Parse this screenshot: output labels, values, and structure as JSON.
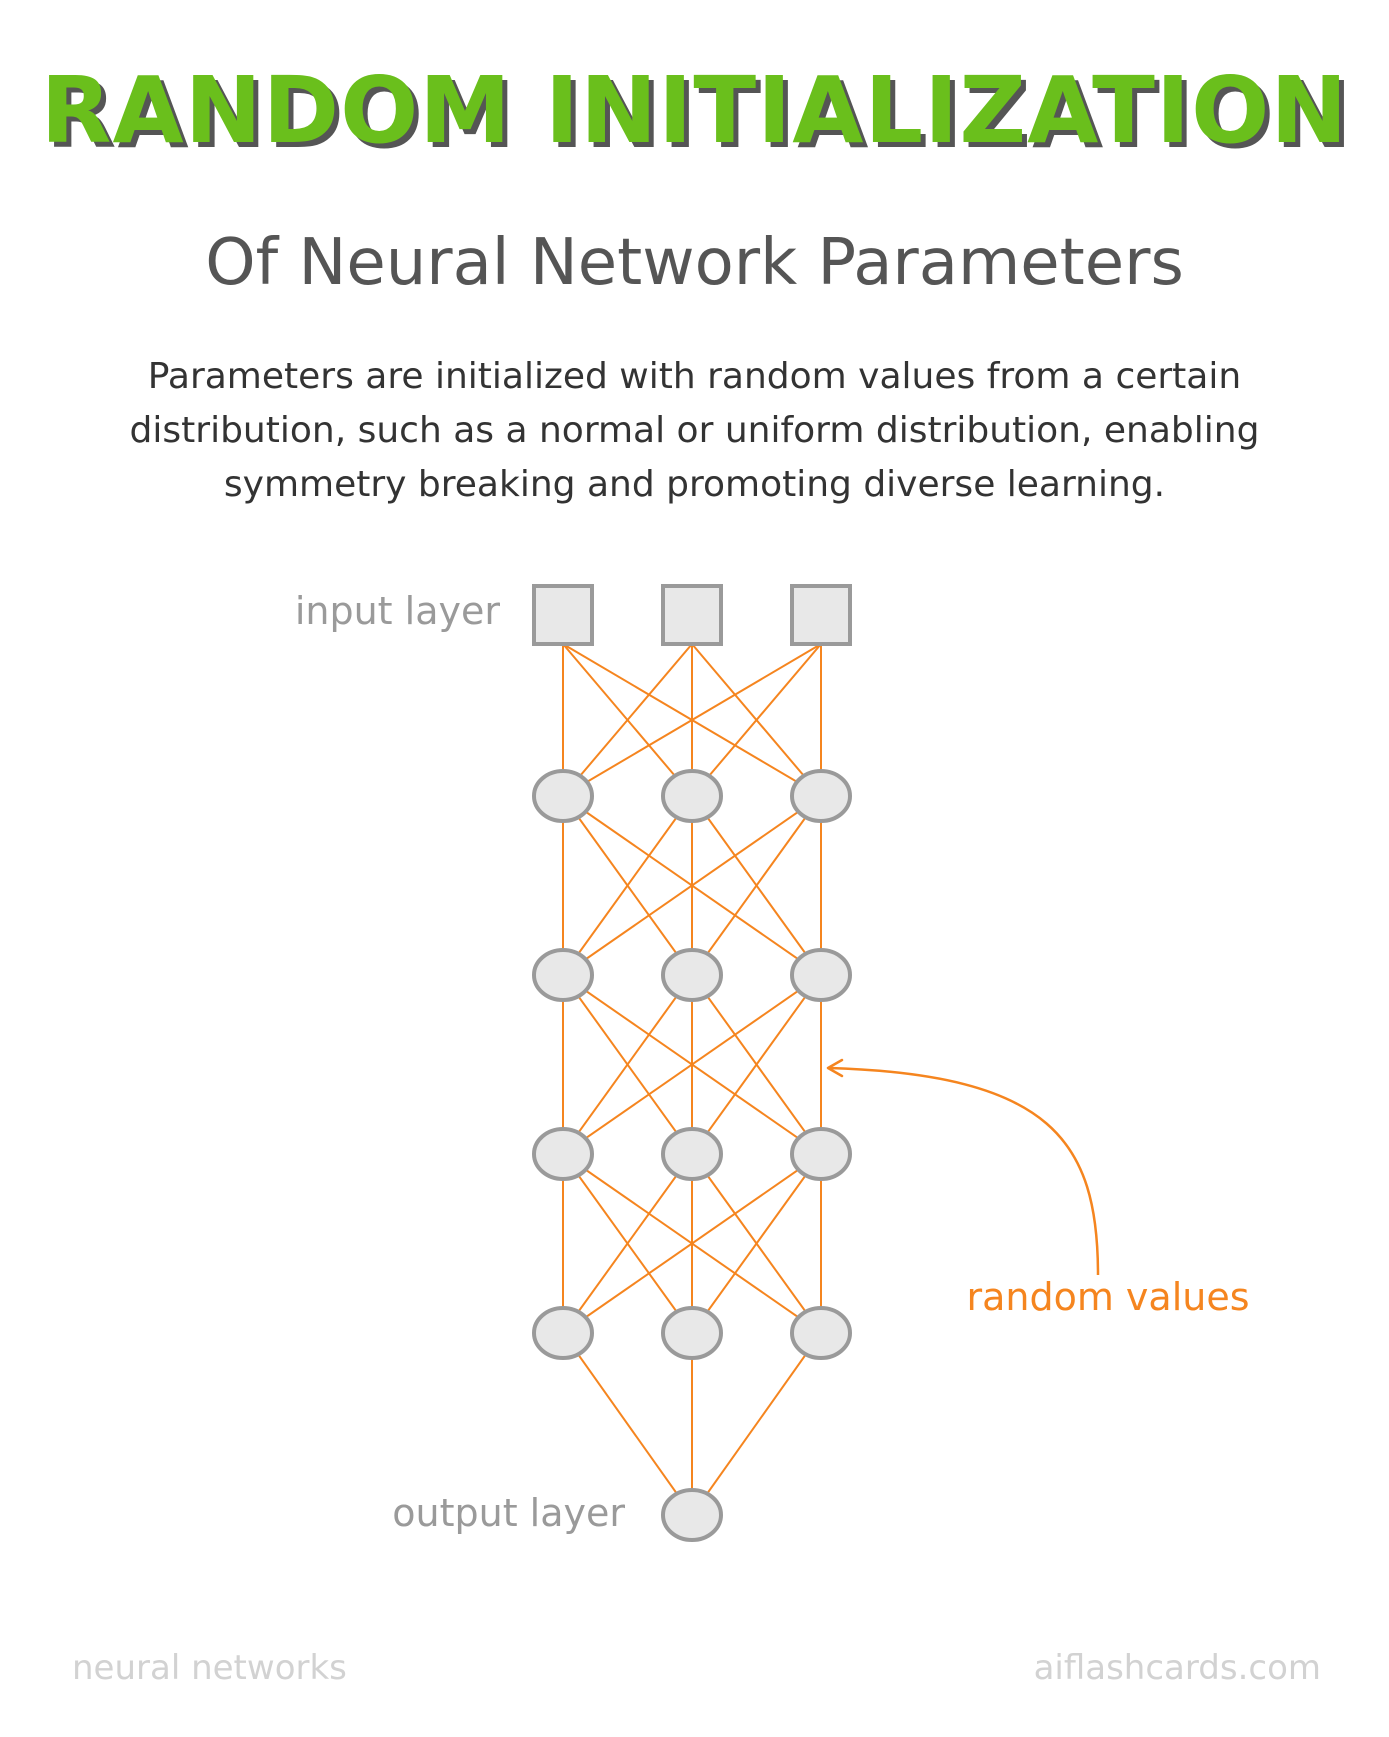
{
  "title": "RANDOM INITIALIZATION",
  "subtitle": "Of Neural Network Parameters",
  "description": "Parameters are initialized with random values from a certain distribution, such as a normal or uniform distribution, enabling symmetry breaking and promoting diverse learning.",
  "diagram": {
    "input_label": "input layer",
    "output_label": "output layer",
    "annotation_label": "random values",
    "layer_sizes": [
      3,
      3,
      3,
      3,
      3,
      1
    ],
    "colors": {
      "edge": "#f5851f",
      "node_fill": "#e8e8e8",
      "node_stroke": "#9a9a9a",
      "label": "#9a9a9a",
      "annotation": "#f5851f"
    }
  },
  "colors": {
    "title": "#6abf1c",
    "title_shadow": "#555555",
    "subtitle": "#555555",
    "text": "#333333",
    "footer": "#d2d2d2"
  },
  "footer": {
    "left": "neural networks",
    "right": "aiflashcards.com"
  }
}
